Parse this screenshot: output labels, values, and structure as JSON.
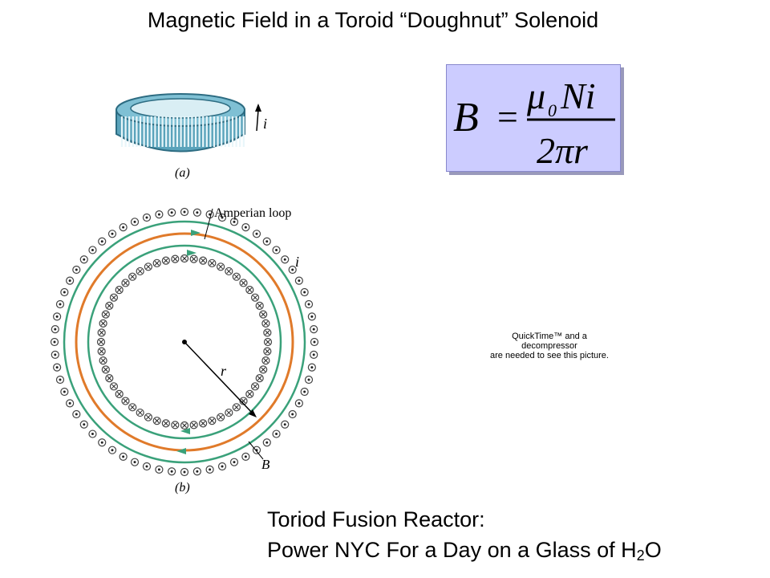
{
  "title": "Magnetic Field in a Toroid “Doughnut” Solenoid",
  "formula": {
    "lhs": "B",
    "equals": "=",
    "mu": "μ",
    "mu_sub": "0",
    "numerator_rest": "Ni",
    "denominator": "2πr"
  },
  "figure_a": {
    "current_label": "i",
    "caption": "(a)"
  },
  "figure_b": {
    "amperian_label": "Amperian loop",
    "current_label": "i",
    "radius_label": "r",
    "field_label": "B",
    "caption": "(b)"
  },
  "quicktime": {
    "line1": "QuickTime™ and a",
    "line2": "decompressor",
    "line3": "are needed to see this picture."
  },
  "caption": {
    "line1": "Toriod Fusion Reactor:",
    "line2_prefix": "Power NYC For a Day on a Glass of H",
    "line2_sub": "2",
    "line2_suffix": "O"
  },
  "colors": {
    "formula_bg": "#ccccff",
    "coil": "#4a8fa6",
    "loop_green": "#3aa17a",
    "loop_orange": "#e07a2a"
  }
}
